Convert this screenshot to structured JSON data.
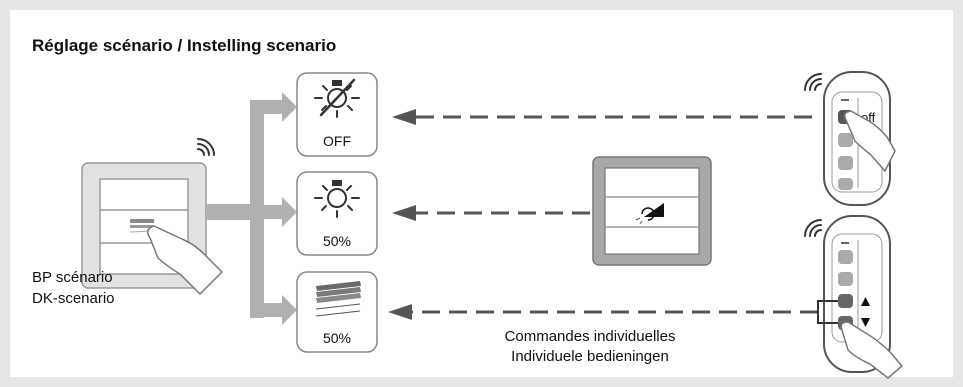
{
  "title": "Réglage scénario / Instelling scenario",
  "scenario_switch": {
    "label_fr": "BP scénario",
    "label_nl": "DK-scenario",
    "icon": "wall-switch-icon"
  },
  "targets": [
    {
      "label": "OFF",
      "icon": "lamp-off-icon"
    },
    {
      "label": "50%",
      "icon": "lamp-dimmed-icon"
    },
    {
      "label": "50%",
      "icon": "blinds-icon"
    }
  ],
  "dimmer_switch": {
    "icon": "dimmer-switch-icon"
  },
  "remote_top": {
    "button_label": "off",
    "icon": "remote-control-icon"
  },
  "remote_bottom": {
    "icon": "remote-control-icon",
    "up_icon": "triangle-up-icon",
    "down_icon": "triangle-down-icon"
  },
  "individual_commands": {
    "line_fr": "Commandes individuelles",
    "line_nl": "Individuele bedieningen"
  },
  "colors": {
    "frame": "#e6e6e6",
    "panel": "#ffffff",
    "arrow_gray": "#b0b0b0",
    "dashed_arrow": "#555555"
  }
}
